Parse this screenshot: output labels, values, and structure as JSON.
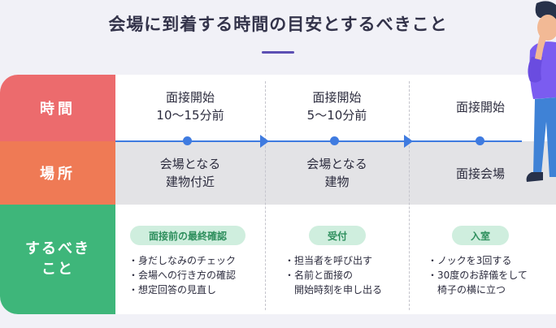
{
  "title": "会場に到着する時間の目安とするべきこと",
  "row_labels": {
    "time": "時間",
    "place": "場所",
    "todo_line1": "するべき",
    "todo_line2": "こと"
  },
  "columns": [
    {
      "time_line1": "面接開始",
      "time_line2": "10〜15分前",
      "place_line1": "会場となる",
      "place_line2": "建物付近",
      "badge": "面接前の最終確認",
      "items": [
        "・身だしなみのチェック",
        "・会場への行き方の確認",
        "・想定回答の見直し"
      ]
    },
    {
      "time_line1": "面接開始",
      "time_line2": "5〜10分前",
      "place_line1": "会場となる",
      "place_line2": "建物",
      "badge": "受付",
      "items": [
        "・担当者を呼び出す",
        "・名前と面接の",
        "　開始時刻を申し出る"
      ]
    },
    {
      "time_line1": "面接開始",
      "time_line2": "",
      "place_line1": "面接会場",
      "place_line2": "",
      "badge": "入室",
      "items": [
        "・ノックを3回する",
        "・30度のお辞儀をして",
        "　椅子の横に立つ"
      ]
    }
  ],
  "colors": {
    "time": "#ec6b6d",
    "place": "#ef7a55",
    "todo": "#3eb67a",
    "timeline": "#3f7be0",
    "accent": "#5c4fb3"
  },
  "icons": [
    "thinking-person-illustration"
  ]
}
